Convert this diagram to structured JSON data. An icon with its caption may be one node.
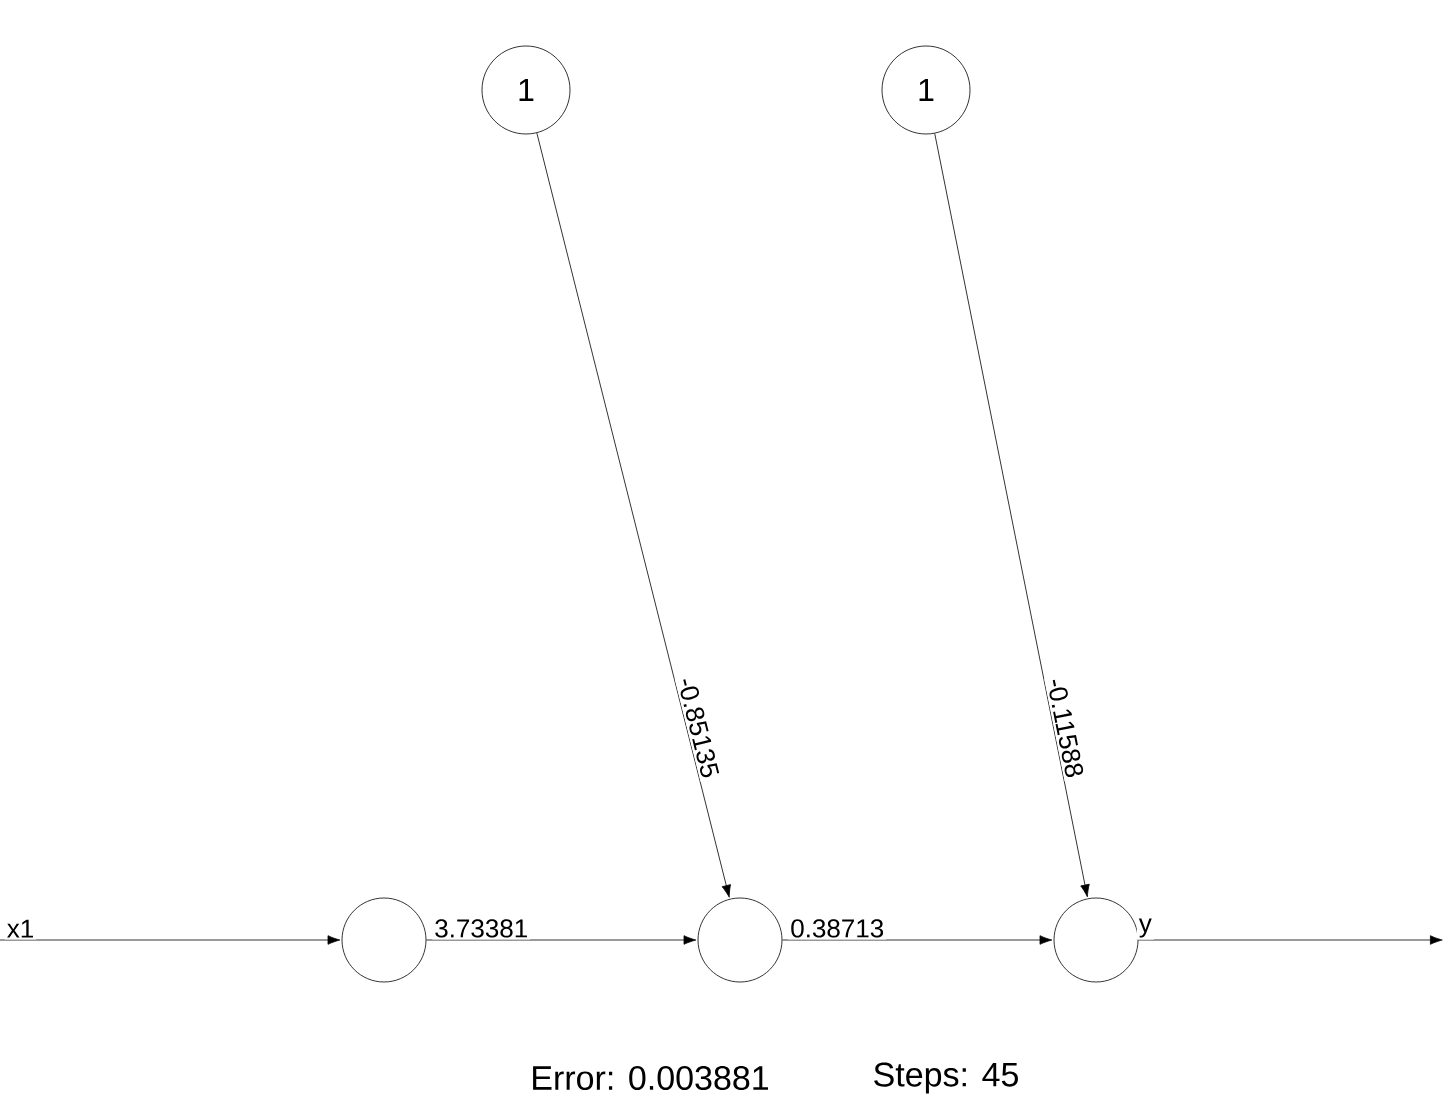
{
  "diagram": {
    "nodes": [
      {
        "text": [
          "1"
        ]
      },
      {
        "text": [
          "1"
        ]
      },
      {
        "text": [],
        "shape": "circle"
      },
      {
        "text": [],
        "shape": "circle"
      },
      {
        "text": [],
        "shape": "circle"
      }
    ],
    "edges": [
      {
        "from": null,
        "to": 2,
        "arrow": "to",
        "label": "x1"
      },
      {
        "from": 2,
        "to": 3,
        "arrow": "to",
        "label": "3.73381"
      },
      {
        "from": 0,
        "to": 3,
        "arrow": "to",
        "label": "-0.85135"
      },
      {
        "from": 3,
        "to": 4,
        "arrow": "to",
        "label": "0.38713"
      },
      {
        "from": 1,
        "to": 4,
        "arrow": "to",
        "label": "-0.11588"
      },
      {
        "from": 4,
        "to": null,
        "arrow": "to",
        "label": "y"
      }
    ],
    "labels": [
      "Error: 0.003881",
      "Steps: 45"
    ]
  }
}
